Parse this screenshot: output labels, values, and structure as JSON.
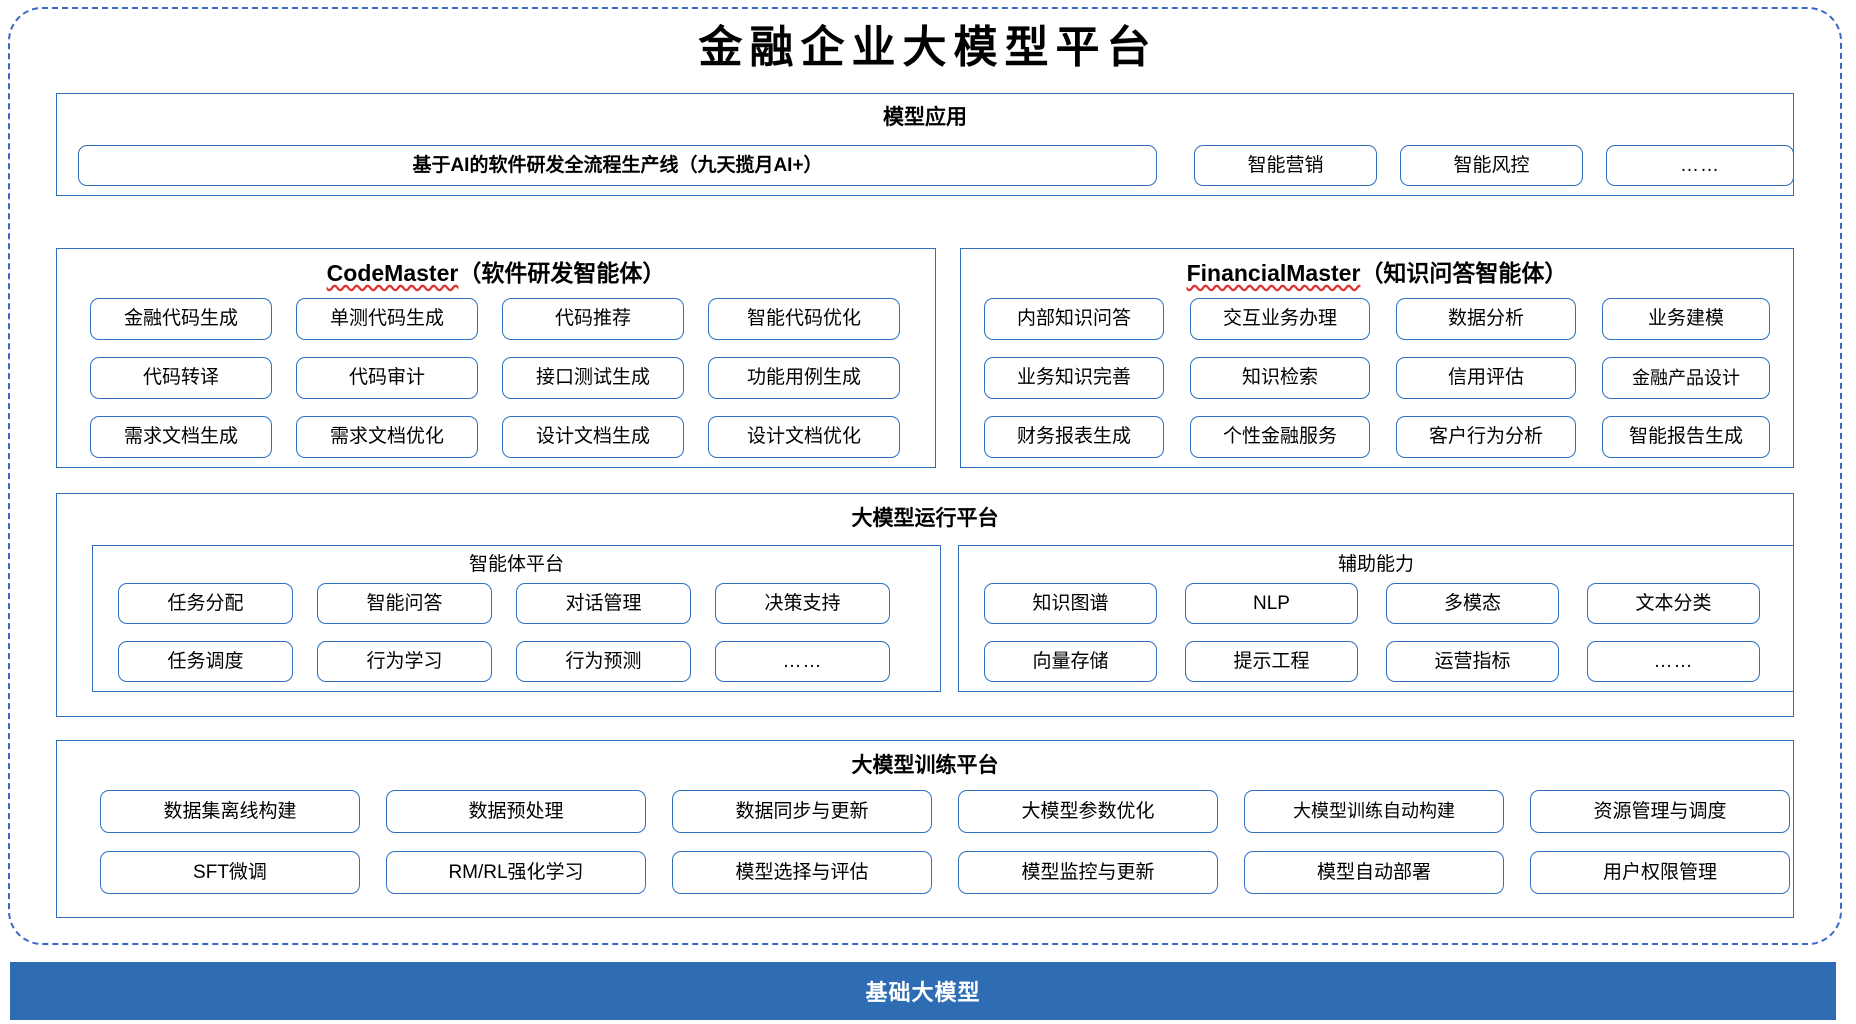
{
  "page": {
    "title": "金融企业大模型平台",
    "accent_border": "#2E6FC0",
    "dashed_border": "#3A66C8",
    "base_bar_color": "#2E6DB4"
  },
  "model_application": {
    "title": "模型应用",
    "items": [
      "基于AI的软件研发全流程生产线（九天揽月AI+）",
      "智能营销",
      "智能风控",
      "……"
    ]
  },
  "agents": [
    {
      "name_en": "CodeMaster",
      "name_cn": "（软件研发智能体）",
      "items": [
        "金融代码生成",
        "单测代码生成",
        "代码推荐",
        "智能代码优化",
        "代码转译",
        "代码审计",
        "接口测试生成",
        "功能用例生成",
        "需求文档生成",
        "需求文档优化",
        "设计文档生成",
        "设计文档优化"
      ]
    },
    {
      "name_en": "FinancialMaster",
      "name_cn": "（知识问答智能体）",
      "items": [
        "内部知识问答",
        "交互业务办理",
        "数据分析",
        "业务建模",
        "业务知识完善",
        "知识检索",
        "信用评估",
        "金融产品设计",
        "财务报表生成",
        "个性金融服务",
        "客户行为分析",
        "智能报告生成"
      ]
    }
  ],
  "runtime_platform": {
    "title": "大模型运行平台",
    "groups": [
      {
        "title": "智能体平台",
        "items": [
          "任务分配",
          "智能问答",
          "对话管理",
          "决策支持",
          "任务调度",
          "行为学习",
          "行为预测",
          "……"
        ]
      },
      {
        "title": "辅助能力",
        "items": [
          "知识图谱",
          "NLP",
          "多模态",
          "文本分类",
          "向量存储",
          "提示工程",
          "运营指标",
          "……"
        ]
      }
    ]
  },
  "training_platform": {
    "title": "大模型训练平台",
    "items": [
      "数据集离线构建",
      "数据预处理",
      "数据同步与更新",
      "大模型参数优化",
      "大模型训练自动构建",
      "资源管理与调度",
      "SFT微调",
      "RM/RL强化学习",
      "模型选择与评估",
      "模型监控与更新",
      "模型自动部署",
      "用户权限管理"
    ]
  },
  "base_model": {
    "label": "基础大模型"
  }
}
